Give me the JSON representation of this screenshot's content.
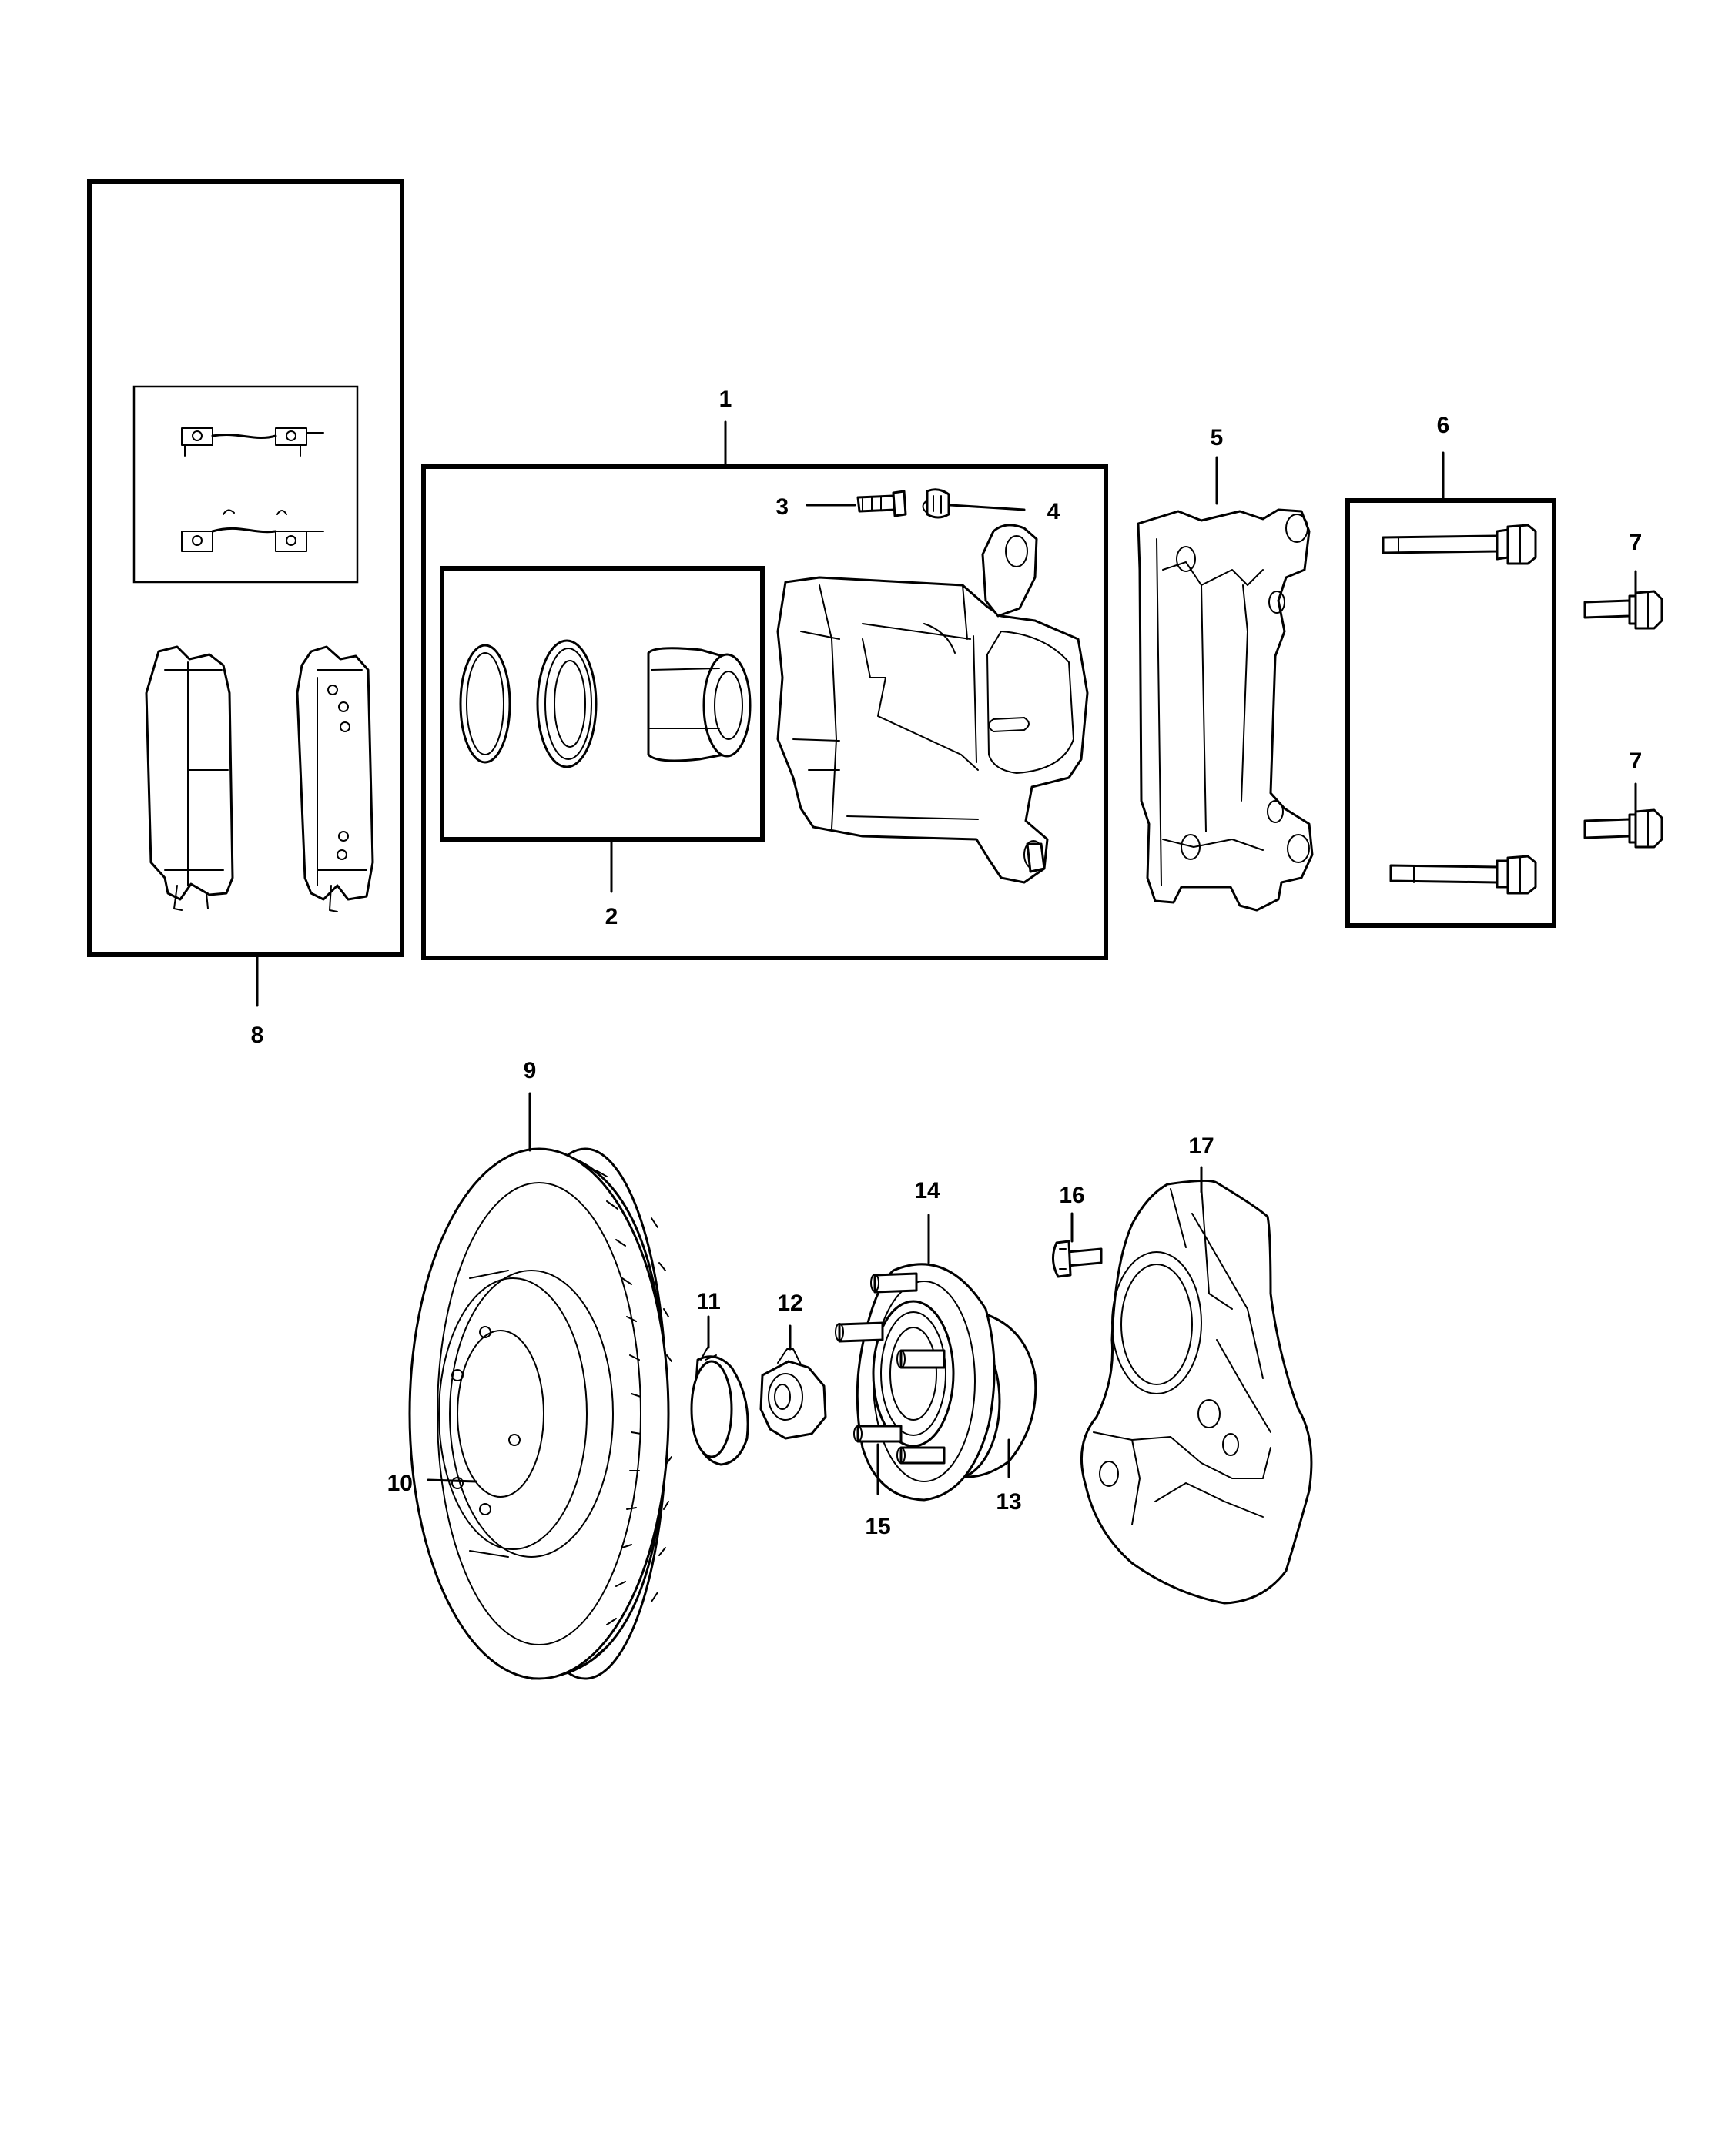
{
  "diagram": {
    "callouts": {
      "c1": "1",
      "c2": "2",
      "c3": "3",
      "c4": "4",
      "c5": "5",
      "c6": "6",
      "c7a": "7",
      "c7b": "7",
      "c8": "8",
      "c9": "9",
      "c10": "10",
      "c11": "11",
      "c12": "12",
      "c13": "13",
      "c14": "14",
      "c15": "15",
      "c16": "16",
      "c17": "17"
    }
  }
}
